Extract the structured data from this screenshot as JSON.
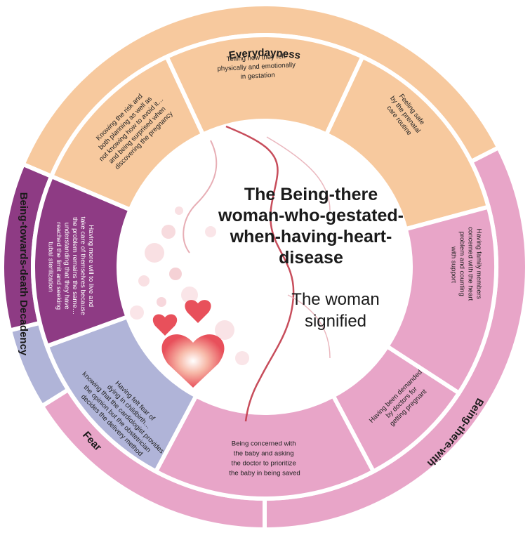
{
  "center": {
    "title_lines": [
      "The Being-there",
      "woman-who-gestated-",
      "when-having-heart-",
      "disease"
    ],
    "subtitle_lines": [
      "The woman",
      "signified"
    ]
  },
  "categories": {
    "everydayness": "Everydayness",
    "being_there_with": "Being-there-with",
    "fear": "Fear",
    "being_towards_death": "Being-towards-death Decadency"
  },
  "items": {
    "knowing_risk": [
      "Knowing the risk and",
      "both planning as well as",
      "not knowing how to avoid it…",
      "and being surprised when",
      "discovering the pregnancy"
    ],
    "telling_felt": [
      "Telling how they felt",
      "physically and emotionally",
      "in gestation"
    ],
    "feeling_safe": [
      "Feeling safe",
      "by the prenatal",
      "care routine"
    ],
    "family_members": [
      "Having family members",
      "concerned with the heart",
      "problem and counting",
      "with support"
    ],
    "demanded_by_doctors": [
      "Having been demanded",
      "by doctors for",
      "getting pregnant"
    ],
    "concerned_baby": [
      "Being concerned with",
      "the baby and asking",
      "the doctor to prioritize",
      "the baby in being saved"
    ],
    "fear_dying": [
      "Having felt fear of",
      "dying in childbirth…",
      "knowing that the cardiologist provides",
      "the opinion but the obstetrician",
      "decides the delivery method"
    ],
    "will_to_live": [
      "Having more will to live and",
      "take care of themselves because",
      "the problem remains the same…",
      "understanding that they have",
      "reached the limit and seeking",
      "tubal sterilization"
    ]
  },
  "colors": {
    "everydayness": "#f7c99e",
    "being_there_with": "#e8a5c8",
    "fear": "#b0b4d8",
    "being_towards_death": "#8e3b84",
    "divider": "#ffffff",
    "heart": "#e8505b"
  },
  "icons": [
    "pregnant-woman-silhouette-illustration",
    "heart-icon"
  ]
}
